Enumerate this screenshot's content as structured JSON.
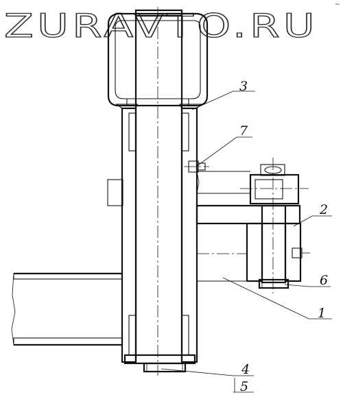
{
  "watermark": "ZURAVTO.RU",
  "corner_mark": "~",
  "callouts": [
    {
      "id": "3",
      "label": "3"
    },
    {
      "id": "7",
      "label": "7"
    },
    {
      "id": "2",
      "label": "2"
    },
    {
      "id": "6",
      "label": "6"
    },
    {
      "id": "1",
      "label": "1"
    },
    {
      "id": "4",
      "label": "4"
    },
    {
      "id": "5",
      "label": "5"
    }
  ]
}
